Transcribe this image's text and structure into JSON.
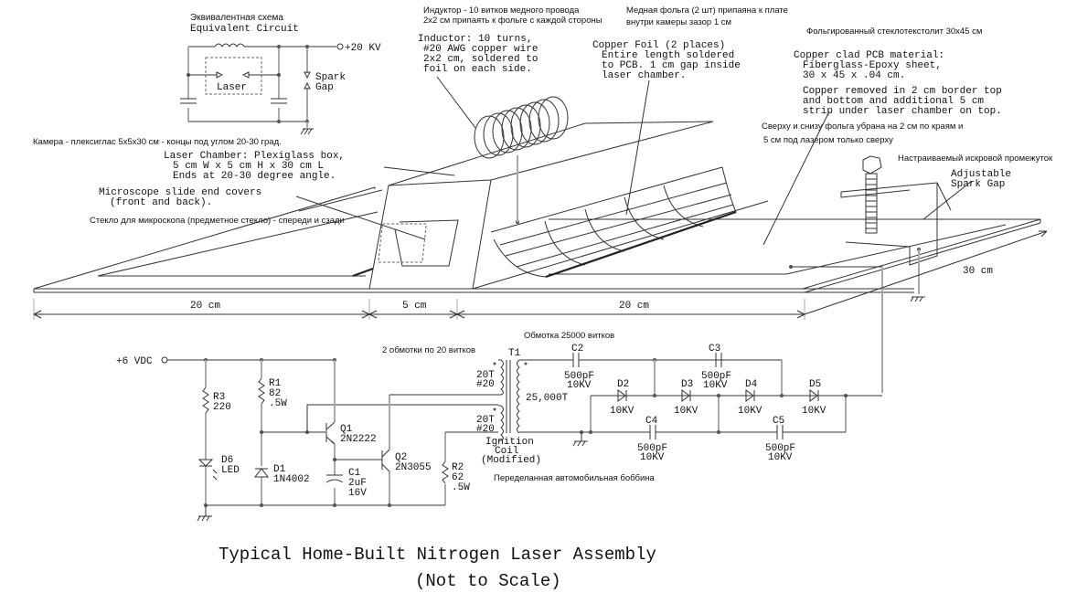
{
  "title": {
    "line1": "Typical Home-Built Nitrogen Laser Assembly",
    "line2": "(Not to Scale)"
  },
  "equivalent_circuit": {
    "title_ru": "Эквивалентная схема",
    "title_en": "Equivalent Circuit",
    "voltage": "+20 KV",
    "spark_gap": [
      "Spark",
      "Gap"
    ],
    "laser": "Laser"
  },
  "annotations": {
    "inductor_ru": [
      "Индуктор - 10 витков медного провода",
      "2x2 см припаять к фольге с каждой стороны"
    ],
    "inductor_en": [
      "Inductor: 10 turns,",
      "#20 AWG copper wire",
      "2x2 cm, soldered to",
      "foil on each side."
    ],
    "foil_ru": [
      "Медная фольга (2 шт) припаяна к плате",
      "внутри камеры зазор 1 см"
    ],
    "foil_en": [
      "Copper Foil (2 places)",
      "Entire length soldered",
      "to PCB. 1 cm gap inside",
      "laser chamber."
    ],
    "pcb_ru": "Фольгированный стеклотекстолит 30x45 см",
    "pcb_en": [
      "Copper clad PCB material:",
      "Fiberglass-Epoxy sheet,",
      "30 x 45 x .04 cm."
    ],
    "copper_removed_en": [
      "Copper removed in 2 cm border top",
      "and bottom and additional 5 cm",
      "strip under laser chamber on top."
    ],
    "copper_removed_ru": [
      "Сверху и снизу фольга убрана на 2 см по краям и",
      "5 см под лазером только сверху"
    ],
    "chamber_ru": "Камера - плексиглас 5x5x30 см - концы под углом 20-30 град.",
    "chamber_en": [
      "Laser Chamber: Plexiglass box,",
      "5 cm W x 5 cm H x 30 cm L",
      "Ends at 20-30 degree angle."
    ],
    "slide_en": [
      "Microscope slide end covers",
      "(front and back)."
    ],
    "slide_ru": "Стекло для микроскопа (предметное стекло) - спереди и сзади",
    "spark_ru": "Настраиваемый искровой промежуток",
    "spark_en": [
      "Adjustable",
      "Spark Gap"
    ]
  },
  "dimensions": {
    "d1": "20 cm",
    "d2": "5 cm",
    "d3": "20 cm",
    "d4": "30 cm"
  },
  "schematic": {
    "supply": "+6 VDC",
    "r3": [
      "R3",
      "220"
    ],
    "d6": [
      "D6",
      "LED"
    ],
    "r1": [
      "R1",
      "82",
      ".5W"
    ],
    "d1": [
      "D1",
      "1N4002"
    ],
    "q1": [
      "Q1",
      "2N2222"
    ],
    "c1": [
      "C1",
      "2uF",
      "16V"
    ],
    "q2": [
      "Q2",
      "2N3055"
    ],
    "r2": [
      "R2",
      "62",
      ".5W"
    ],
    "primary_ru": "2 обмотки по 20 витков",
    "secondary_ru": "Обмотка 25000 витков",
    "t1": "T1",
    "primary1": [
      "20T",
      "#20"
    ],
    "primary2": [
      "20T",
      "#20"
    ],
    "secondary": "25,000T",
    "coil": [
      "Ignition",
      "Coil",
      "(Modified)"
    ],
    "coil_ru": "Переделанная автомобильная боббина",
    "c2": [
      "C2",
      "500pF",
      "10KV"
    ],
    "c3": [
      "C3",
      "500pF",
      "10KV"
    ],
    "c4": [
      "C4",
      "500pF",
      "10KV"
    ],
    "c5": [
      "C5",
      "500pF",
      "10KV"
    ],
    "d2": [
      "D2",
      "10KV"
    ],
    "d3": [
      "D3",
      "10KV"
    ],
    "d4": [
      "D4",
      "10KV"
    ],
    "d5": [
      "D5",
      "10KV"
    ]
  }
}
